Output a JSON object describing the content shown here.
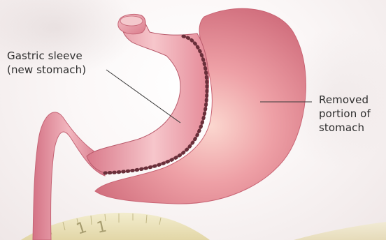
{
  "labels": {
    "sleeve": [
      "Gastric sleeve",
      "(new stomach)"
    ],
    "removed": [
      "Removed",
      "portion of",
      "stomach"
    ]
  },
  "ruler_marks": [
    "1",
    "1"
  ],
  "colors": {
    "stomach_base": "#e58a98",
    "stomach_light": "#f7c3c7",
    "stomach_dark": "#c96474",
    "staples": "#6a2f3a",
    "leader_line": "#3a3a3a",
    "tape": "#eadfae"
  }
}
